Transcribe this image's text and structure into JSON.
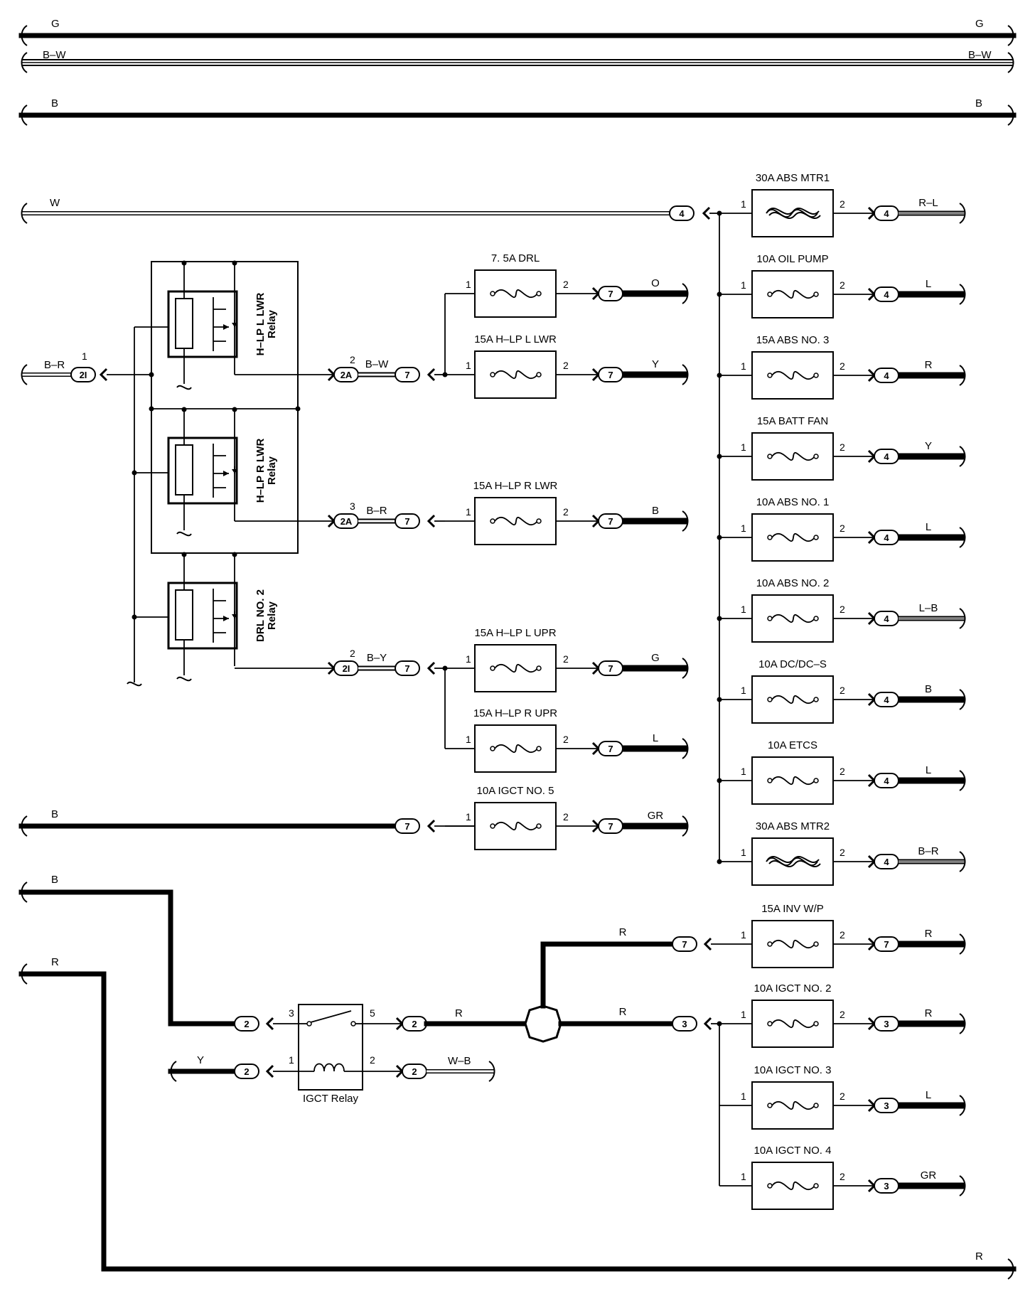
{
  "buses": [
    {
      "label": "G",
      "style": "thick"
    },
    {
      "label": "B–W",
      "style": "stripe"
    },
    {
      "label": "B",
      "style": "thick"
    }
  ],
  "w_feed": {
    "label": "W",
    "connector": "4"
  },
  "right_fuses": [
    {
      "name": "30A ABS MTR1",
      "pin_in": "1",
      "pin_out": "2",
      "connector": "4",
      "wire": "R–L",
      "wire_style": "stripe",
      "fuse_type": "fusible"
    },
    {
      "name": "10A OIL PUMP",
      "pin_in": "1",
      "pin_out": "2",
      "connector": "4",
      "wire": "L",
      "wire_style": "thick",
      "fuse_type": "fuse"
    },
    {
      "name": "15A ABS NO. 3",
      "pin_in": "1",
      "pin_out": "2",
      "connector": "4",
      "wire": "R",
      "wire_style": "thick",
      "fuse_type": "fuse"
    },
    {
      "name": "15A BATT FAN",
      "pin_in": "1",
      "pin_out": "2",
      "connector": "4",
      "wire": "Y",
      "wire_style": "thick",
      "fuse_type": "fuse"
    },
    {
      "name": "10A ABS NO. 1",
      "pin_in": "1",
      "pin_out": "2",
      "connector": "4",
      "wire": "L",
      "wire_style": "thick",
      "fuse_type": "fuse"
    },
    {
      "name": "10A ABS NO. 2",
      "pin_in": "1",
      "pin_out": "2",
      "connector": "4",
      "wire": "L–B",
      "wire_style": "stripe",
      "fuse_type": "fuse"
    },
    {
      "name": "10A DC/DC–S",
      "pin_in": "1",
      "pin_out": "2",
      "connector": "4",
      "wire": "B",
      "wire_style": "thick",
      "fuse_type": "fuse"
    },
    {
      "name": "10A ETCS",
      "pin_in": "1",
      "pin_out": "2",
      "connector": "4",
      "wire": "L",
      "wire_style": "thick",
      "fuse_type": "fuse"
    },
    {
      "name": "30A ABS MTR2",
      "pin_in": "1",
      "pin_out": "2",
      "connector": "4",
      "wire": "B–R",
      "wire_style": "stripe",
      "fuse_type": "fusible"
    }
  ],
  "middle_fuses": [
    {
      "name": "7. 5A DRL",
      "pin_in": "1",
      "pin_out": "2",
      "connector": "7",
      "wire": "O"
    },
    {
      "name": "15A H–LP L LWR",
      "pin_in": "1",
      "pin_out": "2",
      "connector": "7",
      "wire": "Y"
    },
    {
      "name": "15A H–LP R LWR",
      "pin_in": "1",
      "pin_out": "2",
      "connector": "7",
      "wire": "B"
    },
    {
      "name": "15A H–LP L UPR",
      "pin_in": "1",
      "pin_out": "2",
      "connector": "7",
      "wire": "G"
    },
    {
      "name": "15A H–LP R UPR",
      "pin_in": "1",
      "pin_out": "2",
      "connector": "7",
      "wire": "L"
    },
    {
      "name": "10A IGCT NO. 5",
      "pin_in": "1",
      "pin_out": "2",
      "connector": "7",
      "wire": "GR"
    }
  ],
  "relays": [
    {
      "label": "H–LP L LWR",
      "sub": "Relay"
    },
    {
      "label": "H–LP R LWR",
      "sub": "Relay"
    },
    {
      "label": "DRL NO. 2",
      "sub": "Relay"
    }
  ],
  "relay_outputs": [
    {
      "pin": "2",
      "connector": "2A",
      "wire": "B–W",
      "connector2": "7"
    },
    {
      "pin": "3",
      "connector": "2A",
      "wire": "B–R",
      "connector2": "7"
    },
    {
      "pin": "2",
      "connector": "2I",
      "wire": "B–Y",
      "connector2": "7"
    }
  ],
  "relay_input": {
    "wire": "B–R",
    "pin": "1",
    "connector": "2I"
  },
  "b_feed": {
    "label": "B",
    "connector": "7"
  },
  "igct": {
    "relay_label": "IGCT Relay",
    "b_wire": "B",
    "r_wire": "R",
    "conn_in": "2",
    "pin3": "3",
    "pin5": "5",
    "pin1": "1",
    "pin2": "2",
    "conn_out": "2",
    "out_wire": "R",
    "y_wire": "Y",
    "y_conn": "2",
    "wb_conn": "2",
    "wb_wire": "W–B"
  },
  "bottom_fuses": [
    {
      "name": "15A INV W/P",
      "in_connector": "7",
      "in_wire": "R",
      "pin_in": "1",
      "pin_out": "2",
      "connector": "7",
      "wire": "R"
    },
    {
      "name": "10A IGCT NO. 2",
      "in_connector": "3",
      "in_wire": "R",
      "pin_in": "1",
      "pin_out": "2",
      "connector": "3",
      "wire": "R"
    },
    {
      "name": "10A IGCT NO. 3",
      "pin_in": "1",
      "pin_out": "2",
      "connector": "3",
      "wire": "L"
    },
    {
      "name": "10A IGCT NO. 4",
      "pin_in": "1",
      "pin_out": "2",
      "connector": "3",
      "wire": "GR"
    }
  ],
  "bottom_r": {
    "label_right": "R"
  }
}
